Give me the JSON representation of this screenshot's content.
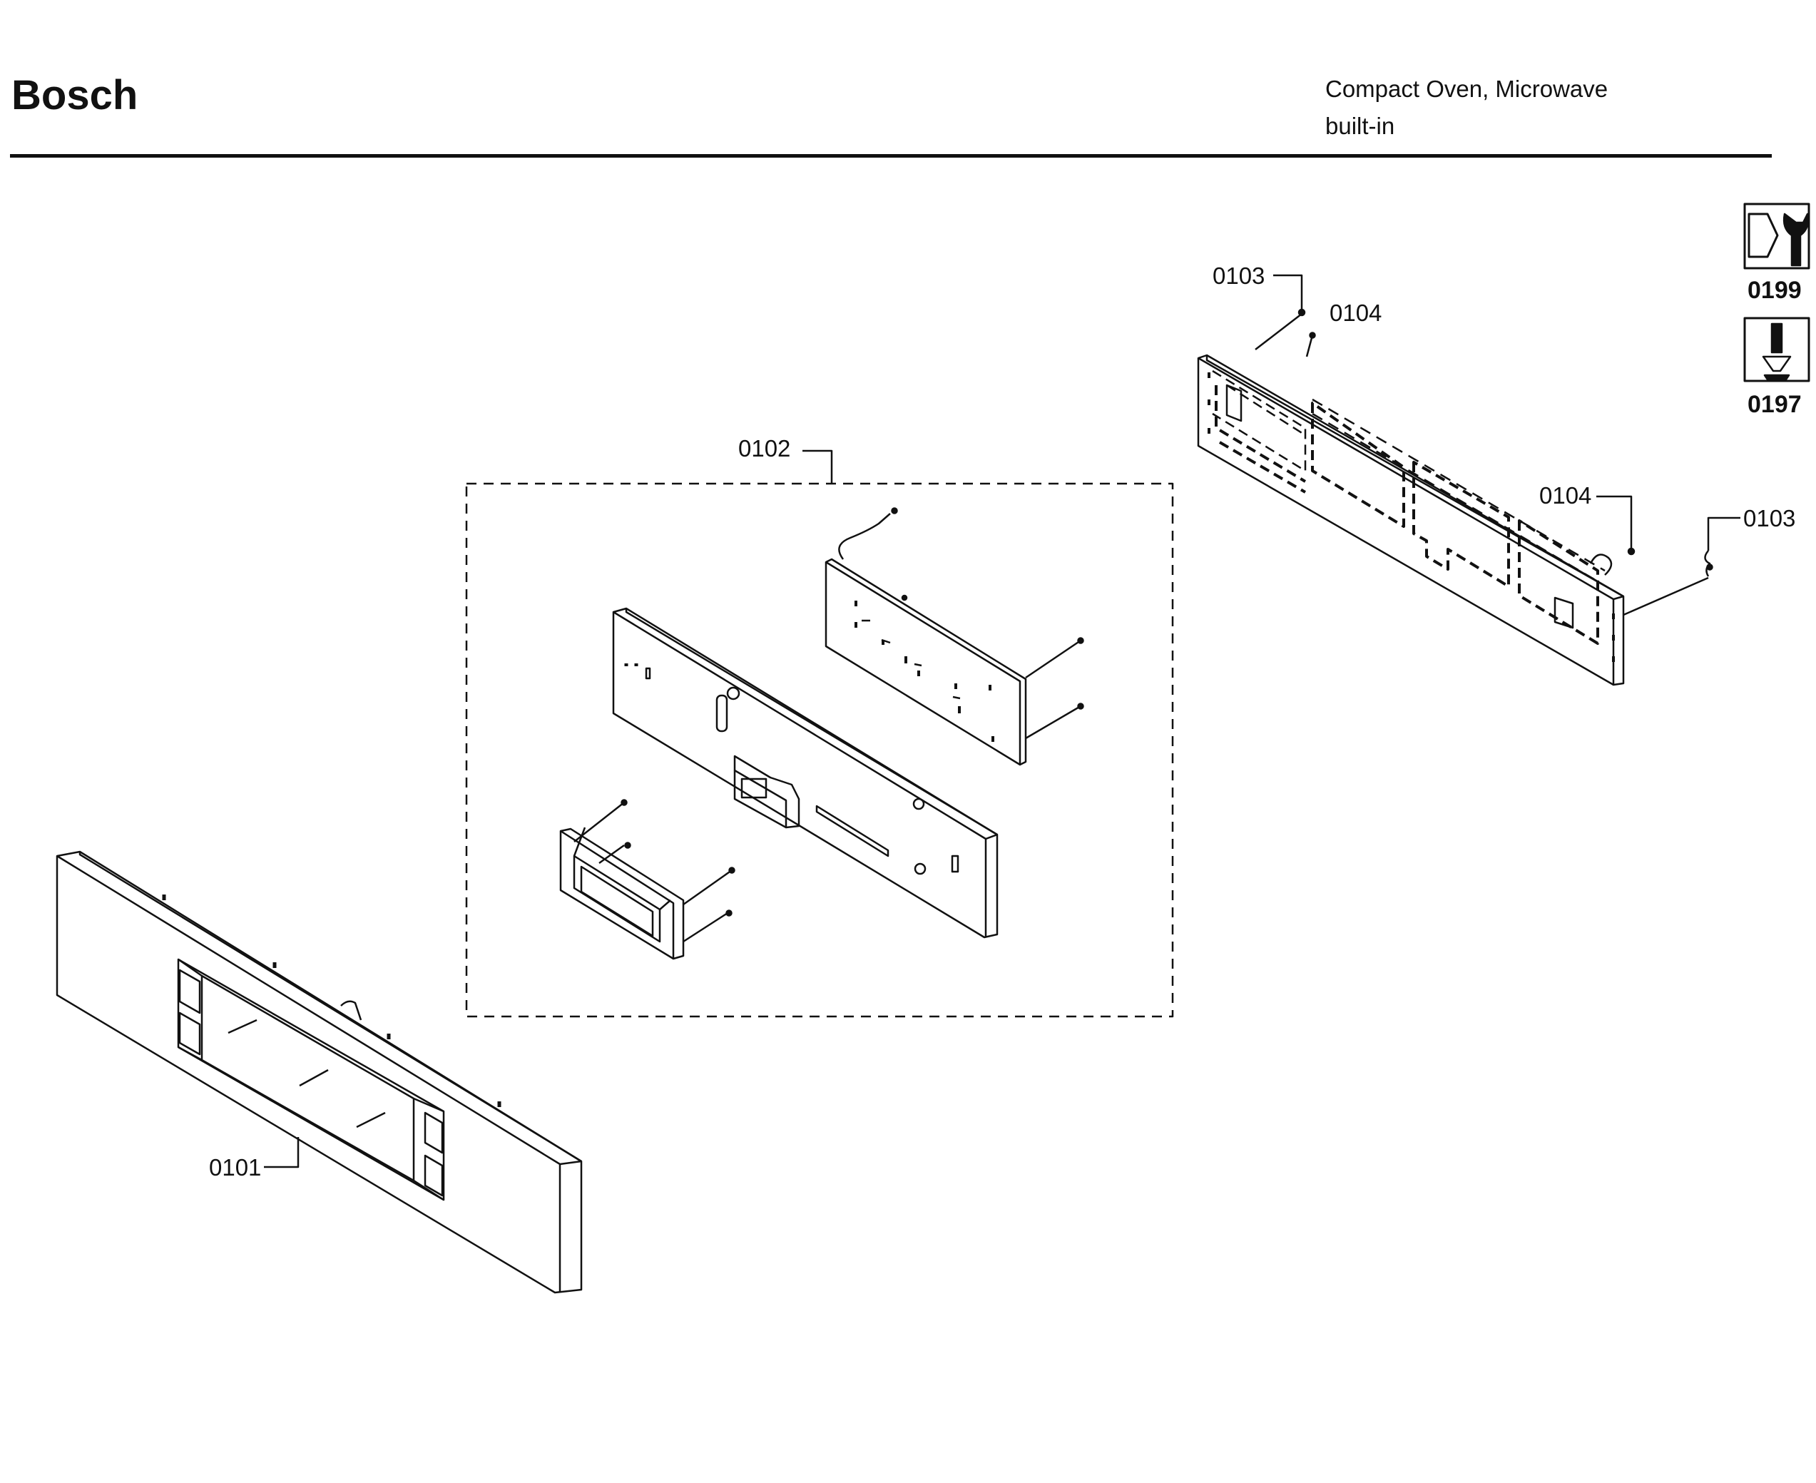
{
  "header": {
    "brand": "Bosch",
    "title_line1": "Compact Oven, Microwave",
    "title_line2": "built-in"
  },
  "tools": [
    {
      "code": "0199",
      "icon": "wrench-nut-icon"
    },
    {
      "code": "0197",
      "icon": "screwdriver-icon"
    }
  ],
  "parts": {
    "p0101": "0101",
    "p0102": "0102",
    "p0103": "0103",
    "p0104": "0104"
  }
}
